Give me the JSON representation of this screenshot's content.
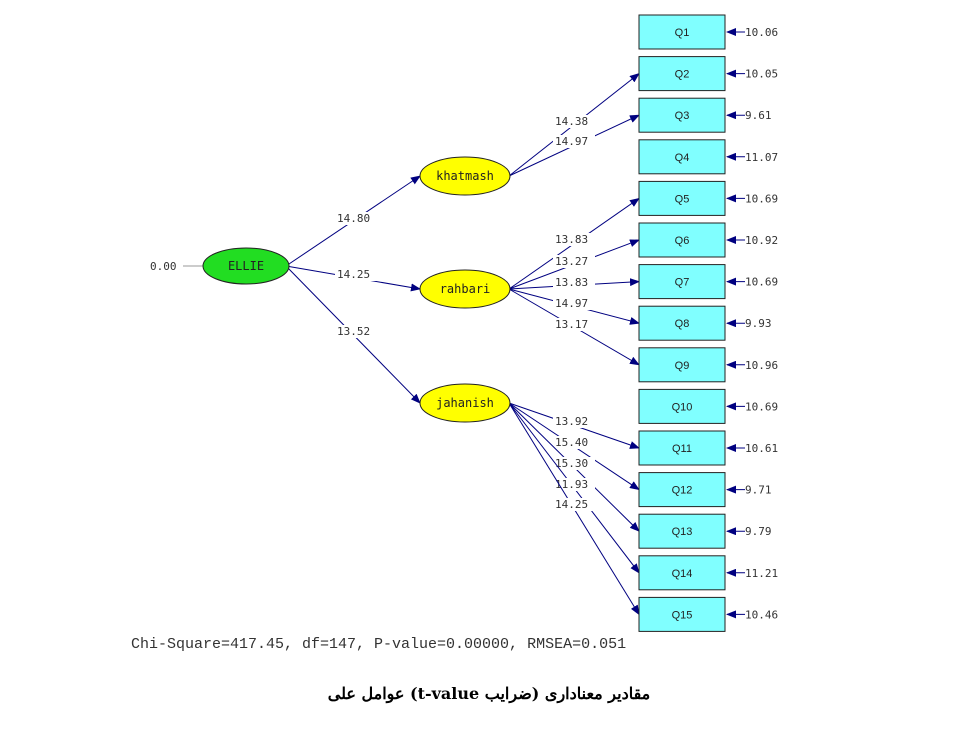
{
  "diagram": {
    "root": {
      "name": "ELLIE",
      "variance": "0.00",
      "color": "#22dd22"
    },
    "factors": [
      {
        "name": "khatmash",
        "t_value": "14.80",
        "items": [
          {
            "item": "Q2",
            "t": "14.38"
          },
          {
            "item": "Q3",
            "t": "14.97"
          }
        ]
      },
      {
        "name": "rahbari",
        "t_value": "14.25",
        "items": [
          {
            "item": "Q5",
            "t": "13.83"
          },
          {
            "item": "Q6",
            "t": "13.27"
          },
          {
            "item": "Q7",
            "t": "13.83"
          },
          {
            "item": "Q8",
            "t": "14.97"
          },
          {
            "item": "Q9",
            "t": "13.17"
          }
        ]
      },
      {
        "name": "jahanish",
        "t_value": "13.52",
        "items": [
          {
            "item": "Q11",
            "t": "13.92"
          },
          {
            "item": "Q12",
            "t": "15.40"
          },
          {
            "item": "Q13",
            "t": "15.30"
          },
          {
            "item": "Q14",
            "t": "11.93"
          },
          {
            "item": "Q15",
            "t": "14.25"
          }
        ]
      }
    ],
    "observed": [
      {
        "name": "Q1",
        "error": "10.06"
      },
      {
        "name": "Q2",
        "error": "10.05"
      },
      {
        "name": "Q3",
        "error": "9.61"
      },
      {
        "name": "Q4",
        "error": "11.07"
      },
      {
        "name": "Q5",
        "error": "10.69"
      },
      {
        "name": "Q6",
        "error": "10.92"
      },
      {
        "name": "Q7",
        "error": "10.69"
      },
      {
        "name": "Q8",
        "error": "9.93"
      },
      {
        "name": "Q9",
        "error": "10.96"
      },
      {
        "name": "Q10",
        "error": "10.69"
      },
      {
        "name": "Q11",
        "error": "10.61"
      },
      {
        "name": "Q12",
        "error": "9.71"
      },
      {
        "name": "Q13",
        "error": "9.79"
      },
      {
        "name": "Q14",
        "error": "11.21"
      },
      {
        "name": "Q15",
        "error": "10.46"
      }
    ],
    "colors": {
      "factor": "#ffff00",
      "box": "#80ffff",
      "arrow": "#000080"
    }
  },
  "fit_stats": "Chi-Square=417.45, df=147, P-value=0.00000, RMSEA=0.051",
  "caption": "مقادیر معناداری (ضرایب t-value) عوامل علی"
}
